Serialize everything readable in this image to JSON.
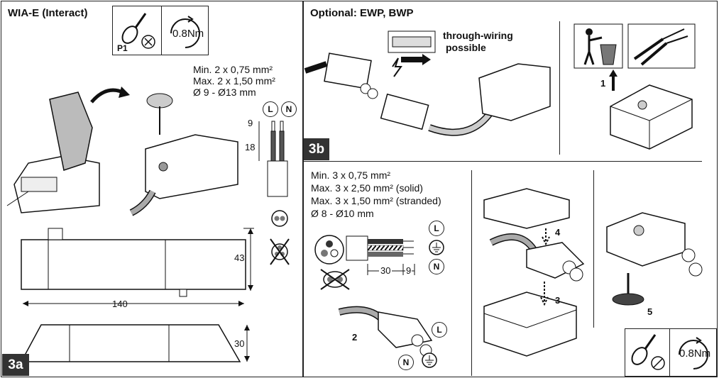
{
  "panel_3a": {
    "title": "WIA-E (Interact)",
    "badge": "3a",
    "tool_label": "P1",
    "torque": "0.8Nm",
    "spec_lines": [
      "Min. 2 x 0,75 mm²",
      "Max. 2 x 1,50 mm²",
      "Ø 9 - Ø13 mm"
    ],
    "strip_top": "9",
    "strip_bottom": "18",
    "terminal_l": "L",
    "terminal_n": "N",
    "dim_height": "43",
    "dim_length": "140",
    "dim_side": "30"
  },
  "panel_3b": {
    "title": "Optional: EWP, BWP",
    "badge": "3b",
    "through_wiring": [
      "through-wiring",
      "possible"
    ],
    "step_1": "1",
    "spec_lines": [
      "Min.  3 x 0,75 mm²",
      "Max. 3 x 2,50 mm² (solid)",
      "Max. 3 x 1,50 mm² (stranded)",
      "Ø 8 - Ø10 mm"
    ],
    "dim_30": "30",
    "dim_9": "9",
    "terminal_l": "L",
    "terminal_n": "N",
    "step_2": "2",
    "step_3": "3",
    "step_4": "4",
    "step_5": "5",
    "torque": "0.8Nm"
  }
}
